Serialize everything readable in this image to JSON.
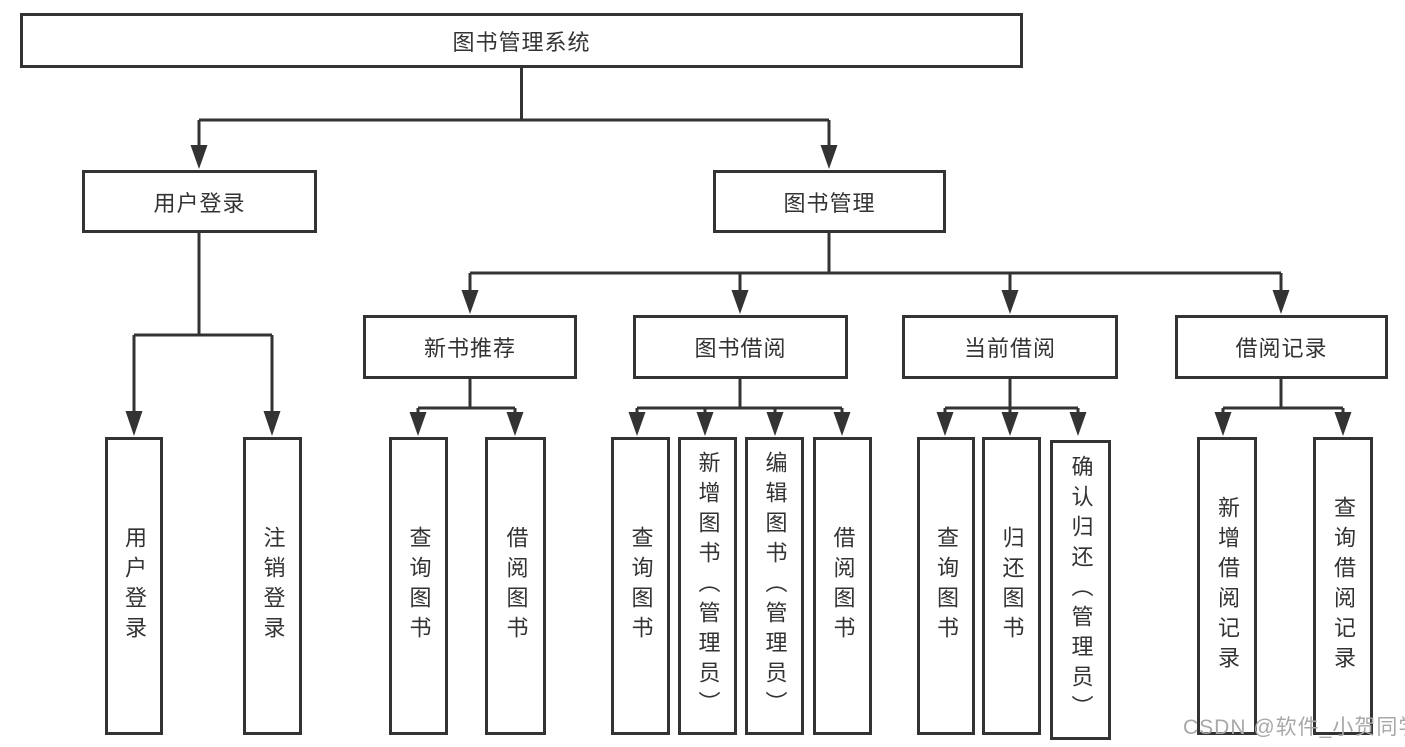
{
  "diagram": {
    "title": "图书管理系统",
    "colors": {
      "line": "#333333",
      "box_border": "#333333",
      "text": "#333333",
      "background": "#ffffff",
      "watermark": "#a8a8a8"
    },
    "watermark": "CSDN @软件_小贺同学",
    "nodes": {
      "root": {
        "label": "图书管理系统"
      },
      "user_login": {
        "label": "用户登录"
      },
      "book_mgmt": {
        "label": "图书管理"
      },
      "new_book_rec": {
        "label": "新书推荐"
      },
      "book_borrow": {
        "label": "图书借阅"
      },
      "current_borrow": {
        "label": "当前借阅"
      },
      "borrow_records": {
        "label": "借阅记录"
      },
      "leaf_user_login": {
        "label": "用户登录"
      },
      "leaf_logout": {
        "label": "注销登录"
      },
      "leaf_query_book_1": {
        "label": "查询图书"
      },
      "leaf_borrow_book_1": {
        "label": "借阅图书"
      },
      "leaf_query_book_2": {
        "label": "查询图书"
      },
      "leaf_add_book": {
        "label": "新增图书（管理员）"
      },
      "leaf_edit_book": {
        "label": "编辑图书（管理员）"
      },
      "leaf_borrow_book_2": {
        "label": "借阅图书"
      },
      "leaf_query_book_3": {
        "label": "查询图书"
      },
      "leaf_return_book": {
        "label": "归还图书"
      },
      "leaf_confirm_return": {
        "label": "确认归还（管理员）"
      },
      "leaf_add_borrow_record": {
        "label": "新增借阅记录"
      },
      "leaf_query_borrow_record": {
        "label": "查询借阅记录"
      }
    }
  }
}
